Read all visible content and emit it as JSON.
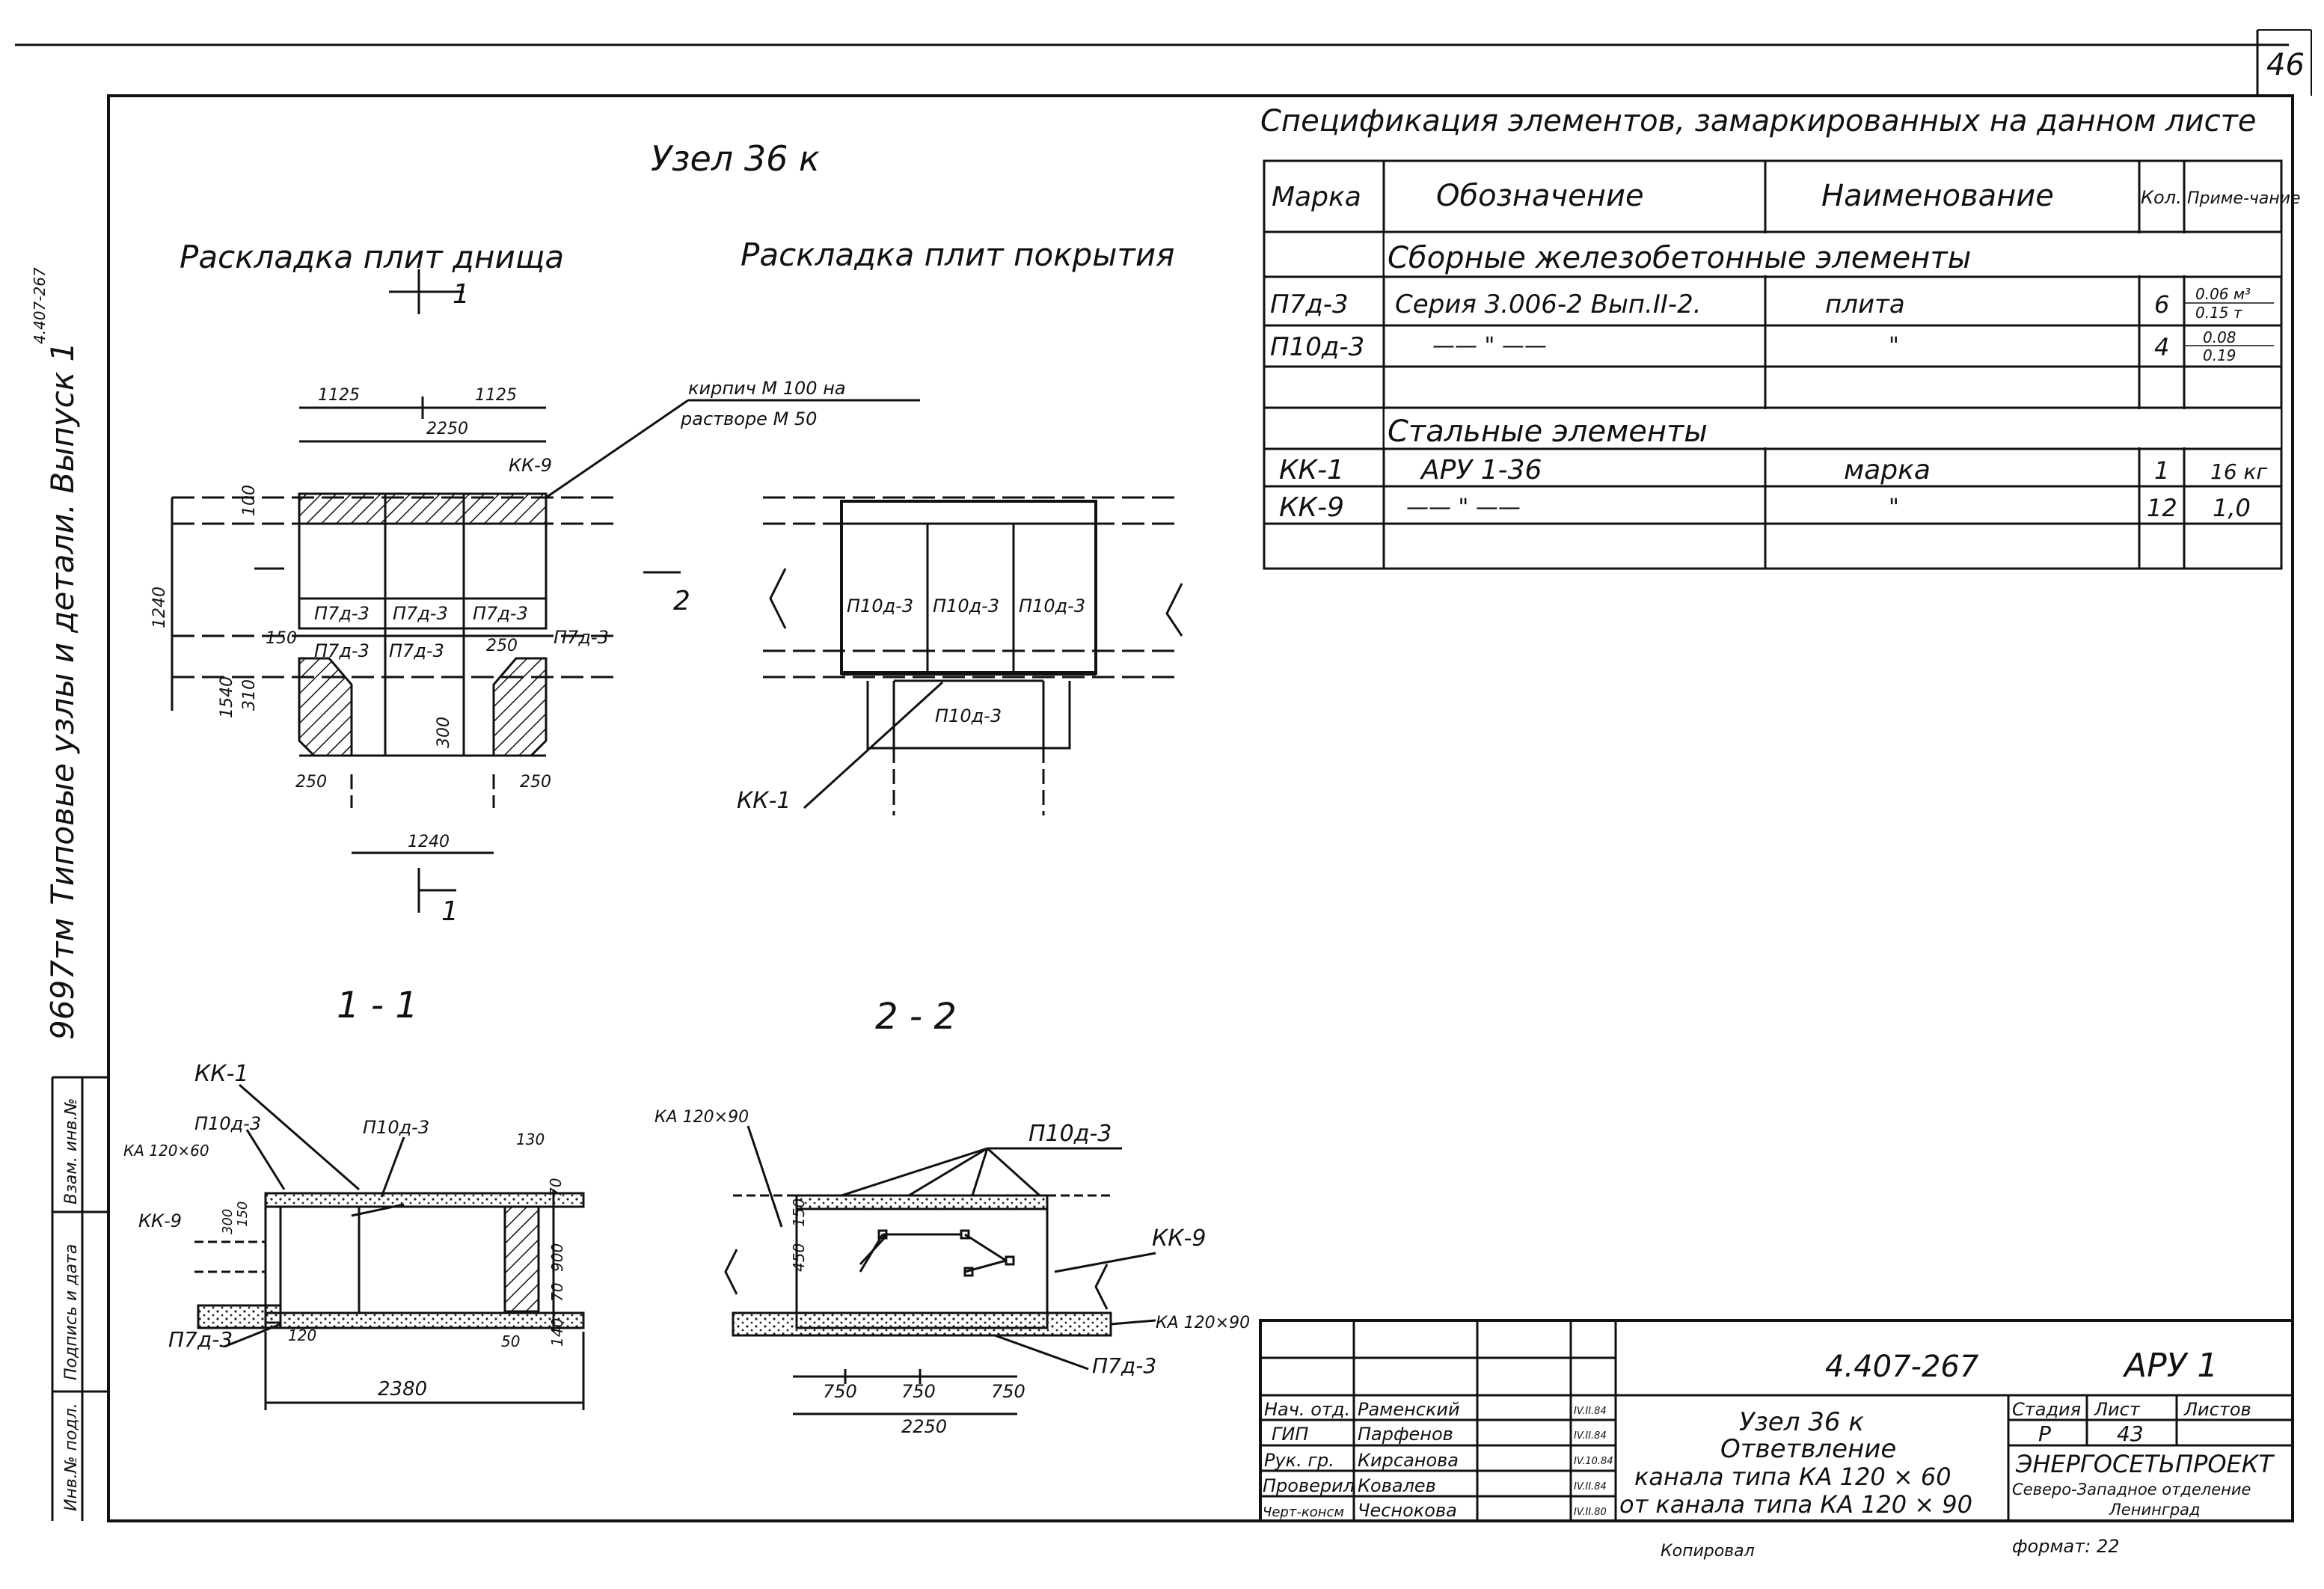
{
  "sheet_number": "46",
  "side_margin": {
    "series": "9697тм",
    "title": "Типовые узлы и детали. Выпуск 1",
    "doc_code": "4.407-267",
    "stamp_cells": [
      "Инв.№ подл.",
      "Подпись и дата",
      "Взам. инв.№"
    ]
  },
  "node_title": "Узел 36 к",
  "views": {
    "bottom_title": "Раскладка плит днища",
    "top_title": "Раскладка плит покрытия",
    "section_1": "1 - 1",
    "section_2": "2 - 2",
    "cut_marks": {
      "one": "1",
      "two": "2"
    }
  },
  "plan_bottom": {
    "dims": [
      "1125",
      "1125",
      "2250",
      "1240",
      "150",
      "1540",
      "250",
      "250",
      "1240",
      "250",
      "300",
      "310",
      "100"
    ],
    "brick_note_line1": "кирпич М 100 на",
    "brick_note_line2": "растворе М 50",
    "labels": [
      "КК-9",
      "П7д-3",
      "П7д-3",
      "П7д-3",
      "П7д-3",
      "П7д-3",
      "П7д-3"
    ]
  },
  "plan_top": {
    "labels": [
      "П10д-3",
      "П10д-3",
      "П10д-3",
      "П10д-3"
    ],
    "callout": "КК-1"
  },
  "section_1_1": {
    "labels": [
      "КК-1",
      "П10д-3",
      "П10д-3",
      "КА 120×60",
      "КК-9",
      "П7д-3"
    ],
    "dims": [
      "130",
      "70",
      "900",
      "70",
      "140",
      "50",
      "120",
      "2380",
      "300",
      "150"
    ]
  },
  "section_2_2": {
    "labels": [
      "КА 120×90",
      "П10д-3",
      "КК-9",
      "КА 120×90",
      "П7д-3"
    ],
    "dims": [
      "750",
      "750",
      "750",
      "2250",
      "450",
      "150"
    ]
  },
  "spec": {
    "title": "Спецификация элементов, замаркированных на данном листе",
    "headers": [
      "Марка",
      "Обозначение",
      "Наименование",
      "Кол.",
      "Приме-чание"
    ],
    "group_precast": "Сборные железобетонные элементы",
    "group_steel": "Стальные элементы",
    "rows_precast": [
      {
        "mark": "П7д-3",
        "designation": "Серия 3.006-2 Вып.II-2.",
        "name": "плита",
        "qty": "6",
        "note_1": "0.06 м³",
        "note_2": "0.15 т"
      },
      {
        "mark": "П10д-3",
        "designation": "—— \" ——",
        "name": "\"",
        "qty": "4",
        "note_1": "0.08",
        "note_2": "0.19"
      }
    ],
    "rows_steel": [
      {
        "mark": "КК-1",
        "designation": "АРУ 1-36",
        "name": "марка",
        "qty": "1",
        "note": "16 кг"
      },
      {
        "mark": "КК-9",
        "designation": "—— \" ——",
        "name": "\"",
        "qty": "12",
        "note": "1,0"
      }
    ]
  },
  "title_block": {
    "doc_number": "4.407-267",
    "album": "АРУ 1",
    "roles": [
      "Нач. отд.",
      "ГИП",
      "Рук. гр.",
      "Проверил",
      "Черт-консм"
    ],
    "names": [
      "Раменский",
      "Парфенов",
      "Кирсанова",
      "Ковалев",
      "Чесноковa"
    ],
    "dates": [
      "IV.II.84",
      "IV.II.84",
      "IV.10.84",
      "IV.II.84",
      "IV.II.80"
    ],
    "title_lines": [
      "Узел 36 к",
      "Ответвление",
      "канала типа КА 120 × 60",
      "от канала типа КА 120 × 90"
    ],
    "stage_label": "Стадия",
    "sheet_label": "Лист",
    "sheets_label": "Листов",
    "stage": "Р",
    "sheet": "43",
    "org_1": "ЭНЕРГОСЕТЬПРОЕКТ",
    "org_2": "Северо-Западное отделение",
    "org_3": "Ленинград",
    "copied": "Копировал",
    "format": "формат: 22"
  }
}
